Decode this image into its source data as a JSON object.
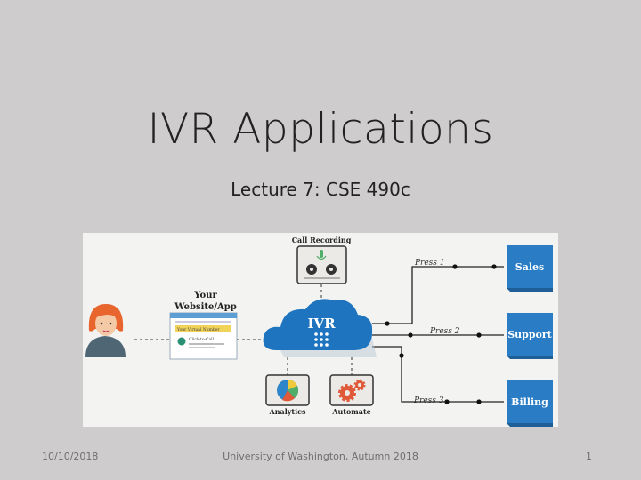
{
  "slide": {
    "title": "IVR Applications",
    "subtitle": "Lecture 7:   CSE 490c"
  },
  "diagram": {
    "call_recording_label": "Call Recording",
    "website_label_line1": "Your",
    "website_label_line2": "Website/App",
    "virtual_number_label": "Your Virtual Number",
    "click_to_call_label": "Click-to-Call",
    "ivr_label": "IVR",
    "analytics_label": "Analytics",
    "automate_label": "Automate",
    "press1_label": "Press 1",
    "press2_label": "Press 2",
    "press3_label": "Press 3",
    "sales_label": "Sales",
    "support_label": "Support",
    "billing_label": "Billing",
    "colors": {
      "box_blue": "#2a7cc4",
      "cloud_blue": "#1e74be",
      "hair_orange": "#e8662e",
      "banner_yellow": "#f2d35a"
    }
  },
  "footer": {
    "date": "10/10/2018",
    "center": "University of Washington, Autumn 2018",
    "page": "1"
  }
}
